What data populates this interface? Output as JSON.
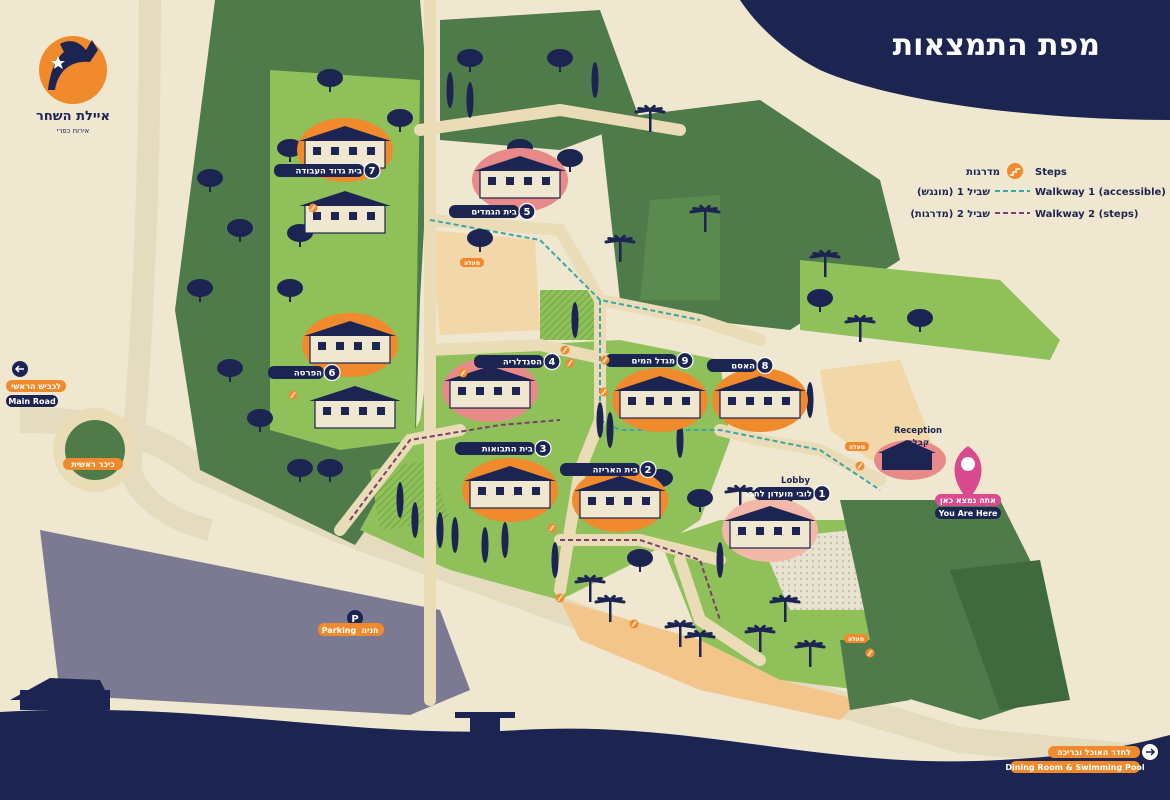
{
  "header": {
    "title": "מפת התמצאות"
  },
  "logo": {
    "name": "איילת השחר",
    "tagline": "אירוח כפרי"
  },
  "colors": {
    "navy": "#1c2452",
    "orange": "#f08a2c",
    "grass": "#8fc05a",
    "forest": "#4f7a4a",
    "path": "#e9dcb6",
    "parking": "#7c7a93",
    "pink": "#d94b8e",
    "sand": "#efe7cf"
  },
  "legend": {
    "steps_he": "מדרגות",
    "steps_en": "Steps",
    "walkway1_he": "שביל 1 (מונגש)",
    "walkway1_en": "Walkway 1 (accessible)",
    "walkway2_he": "שביל 2 (מדרגות)",
    "walkway2_en": "Walkway 2 (steps)"
  },
  "buildings": [
    {
      "number": "1",
      "name": "לובי מועדון לחבר",
      "en": "Lobby"
    },
    {
      "number": "2",
      "name": "בית האריזה"
    },
    {
      "number": "3",
      "name": "בית התבואות"
    },
    {
      "number": "4",
      "name": "הסנדלריה"
    },
    {
      "number": "5",
      "name": "בית הגמדים"
    },
    {
      "number": "6",
      "name": "הפרסה"
    },
    {
      "number": "7",
      "name": "בית גדוד העבודה"
    },
    {
      "number": "8",
      "name": "האסם"
    },
    {
      "number": "9",
      "name": "מגדל המים"
    }
  ],
  "reception": {
    "en": "Reception",
    "he": "קבלה"
  },
  "you_are_here": {
    "he": "אתה נמצא כאן",
    "en": "You Are Here"
  },
  "main_road": {
    "he": "לכביש הראשי",
    "en": "Main Road"
  },
  "roundabout": {
    "he": "כיכר ראשית"
  },
  "parking": {
    "letter": "P",
    "he": "חניה",
    "en": "Parking"
  },
  "dining": {
    "he": "לחדר האוכל ובריכה",
    "en": "Dining Room & Swimming Pool"
  },
  "slope_label": "מעלה",
  "icons": [
    "goat-logo-icon",
    "arrow-left-icon",
    "arrow-right-icon",
    "location-pin-icon",
    "steps-icon",
    "parking-icon",
    "palm-tree-icon",
    "tree-icon"
  ]
}
